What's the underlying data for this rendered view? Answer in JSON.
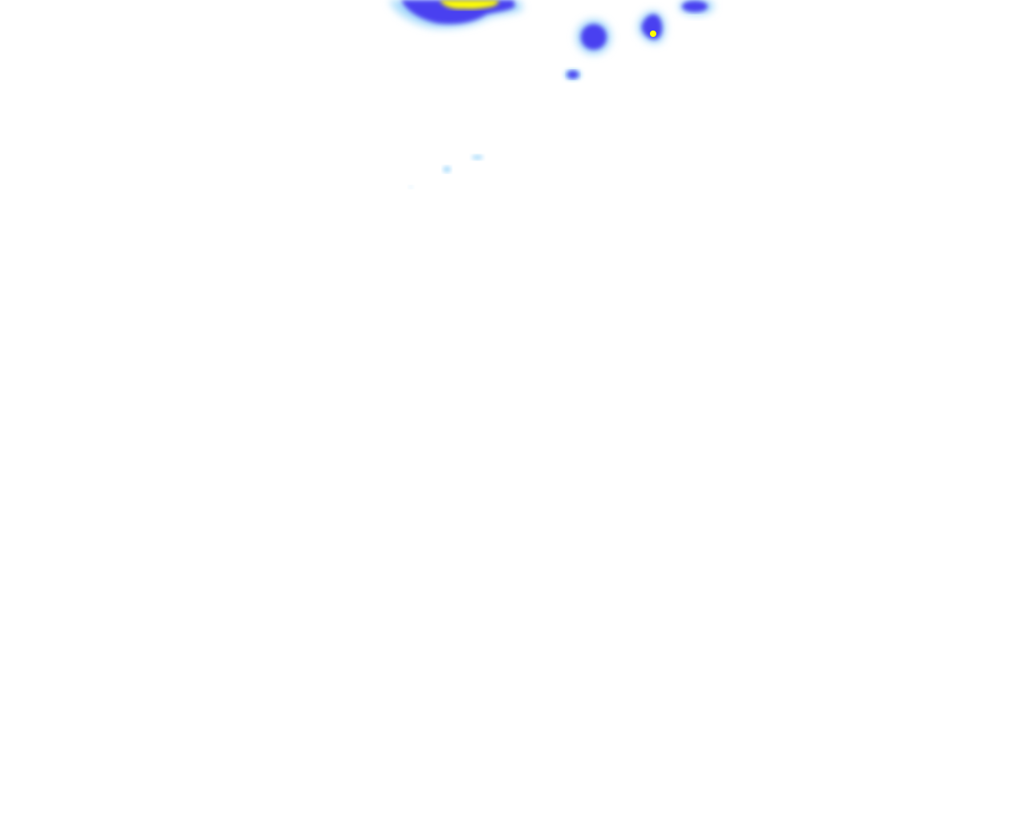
{
  "layer": {
    "kind": "precipitation-radar-overlay",
    "background": "#ffffff",
    "palette": {
      "light": "#a9dcfb",
      "moderate": "#4a3ff0",
      "heavy": "#ffff00"
    },
    "intensity_levels": [
      "light",
      "moderate",
      "heavy"
    ]
  }
}
